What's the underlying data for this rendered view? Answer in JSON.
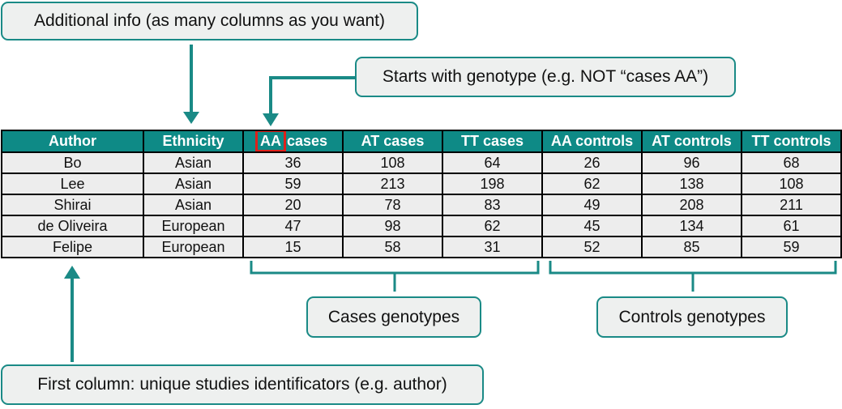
{
  "callouts": {
    "additional_info": "Additional info (as many columns as you want)",
    "starts_with_genotype": "Starts with genotype (e.g. NOT “cases AA”)",
    "cases_genotypes": "Cases genotypes",
    "controls_genotypes": "Controls genotypes",
    "first_column": "First column: unique studies identificators (e.g. author)"
  },
  "table": {
    "first_header_prefix": "AA",
    "first_header_suffix": " cases",
    "headers": [
      "Author",
      "Ethnicity",
      "AA cases",
      "AT cases",
      "TT cases",
      "AA controls",
      "AT controls",
      "TT controls"
    ],
    "rows": [
      [
        "Bo",
        "Asian",
        "36",
        "108",
        "64",
        "26",
        "96",
        "68"
      ],
      [
        "Lee",
        "Asian",
        "59",
        "213",
        "198",
        "62",
        "138",
        "108"
      ],
      [
        "Shirai",
        "Asian",
        "20",
        "78",
        "83",
        "49",
        "208",
        "211"
      ],
      [
        "de Oliveira",
        "European",
        "47",
        "98",
        "62",
        "45",
        "134",
        "61"
      ],
      [
        "Felipe",
        "European",
        "15",
        "58",
        "31",
        "52",
        "85",
        "59"
      ]
    ]
  },
  "colors": {
    "accent": "#0e8a86",
    "highlight": "#e0201a",
    "callout_bg": "#eef0ef",
    "cell_bg": "#ededed"
  }
}
